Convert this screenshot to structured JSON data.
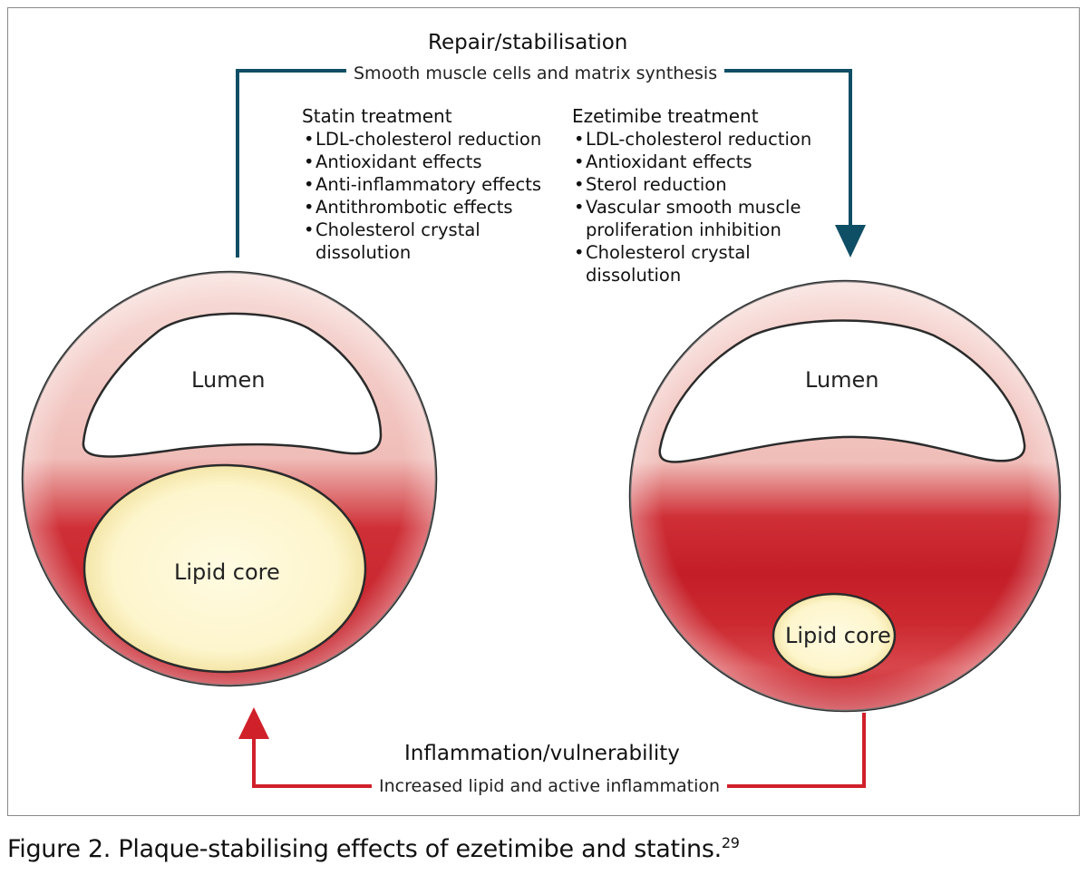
{
  "repair": {
    "title": "Repair/stabilisation",
    "subtitle": "Smooth muscle cells and matrix synthesis",
    "arrow_color": "#0f4f66"
  },
  "inflammation": {
    "title": "Inflammation/vulnerability",
    "subtitle": "Increased lipid and active inflammation",
    "arrow_color": "#d0202a"
  },
  "statin": {
    "heading": "Statin treatment",
    "items": [
      "LDL-cholesterol reduction",
      "Antioxidant effects",
      "Anti-inflammatory effects",
      "Antithrombotic effects",
      "Cholesterol crystal dissolution"
    ]
  },
  "ezetimibe": {
    "heading": "Ezetimibe treatment",
    "items": [
      "LDL-cholesterol reduction",
      "Antioxidant effects",
      "Sterol reduction",
      "Vascular smooth muscle proliferation inhibition",
      "Cholesterol crystal dissolution"
    ]
  },
  "vessels": {
    "left": {
      "lumen_label": "Lumen",
      "core_label": "Lipid core"
    },
    "right": {
      "lumen_label": "Lumen",
      "core_label": "Lipid core"
    }
  },
  "colors": {
    "vessel_red": "#c8202a",
    "vessel_light": "#f6d6d2",
    "lipid_core": "#fdf6cf"
  },
  "caption": {
    "text": "Figure 2. Plaque-stabilising effects of ezetimibe and statins.",
    "ref": "29"
  }
}
